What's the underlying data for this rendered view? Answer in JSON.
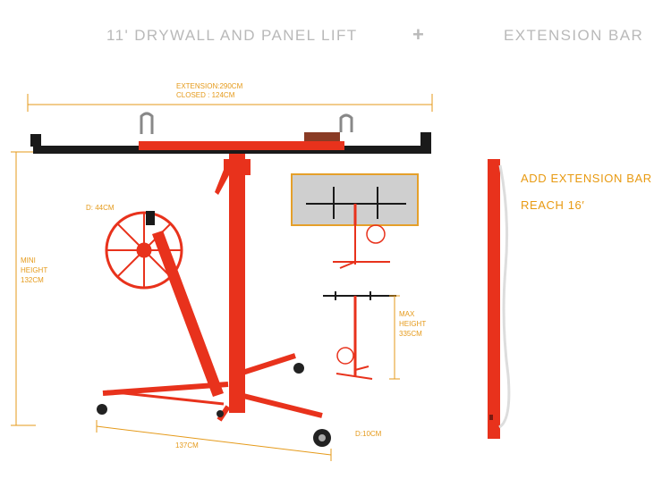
{
  "header": {
    "title_left": "11' DRYWALL AND PANEL LIFT",
    "plus": "+",
    "title_right": "EXTENSION BAR"
  },
  "dimensions": {
    "extension": "EXTENSION:290CM",
    "closed": "CLOSED : 124CM",
    "wheel_diameter": "D: 44CM",
    "mini_height_1": "MINI",
    "mini_height_2": "HEIGHT",
    "mini_height_3": "132CM",
    "max_height_1": "MAX",
    "max_height_2": "HEIGHT",
    "max_height_3": "335CM",
    "base_width": "137CM",
    "caster_diameter": "D:10CM"
  },
  "notes": {
    "add_bar": "ADD EXTENSION BAR",
    "reach": "REACH 16′"
  },
  "colors": {
    "frame_red": "#e8321c",
    "dim_orange": "#e59a1a",
    "header_gray": "#b9b9b9",
    "bar_black": "#1a1a1a"
  }
}
